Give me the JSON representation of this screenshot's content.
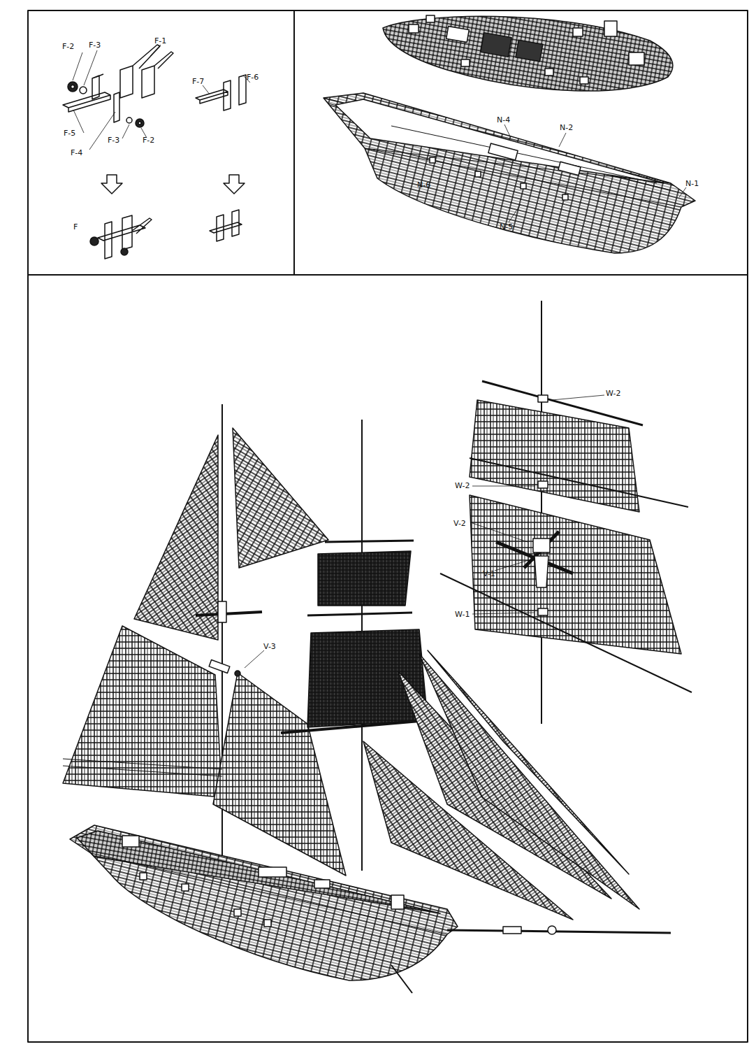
{
  "diagram": {
    "labels": [
      "F-2",
      "F-3",
      "F-1",
      "F-5",
      "F-4",
      "F-3",
      "F-2",
      "F",
      "F-7",
      "F-6",
      "N-4",
      "N-2",
      "N-1",
      "N-6",
      "N-5",
      "W-2",
      "W-2",
      "V-2",
      "V-1",
      "W-1",
      "V-3"
    ]
  }
}
